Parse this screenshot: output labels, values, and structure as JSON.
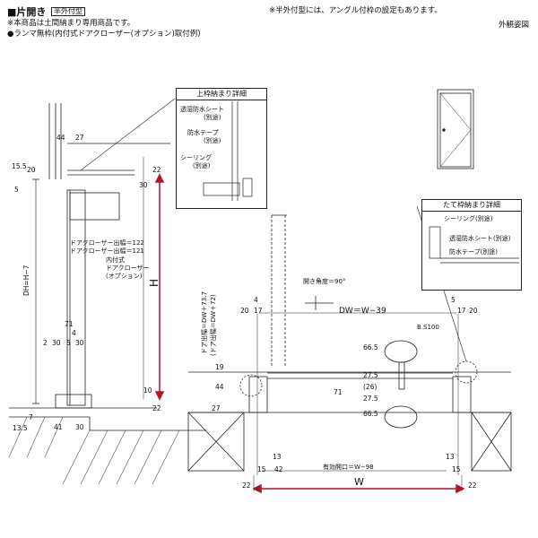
{
  "header": {
    "title": "■片開き",
    "tag": "半外付型",
    "note_left": "※本商品は土間納まり専用商品です。",
    "subtitle": "●ランマ無枠(内付式ドアクローザー(オプション)取付例)",
    "note_right": "※半外付型には、アングル付枠の設定もあります。",
    "exterior_label": "外観姿図"
  },
  "upper_detail": {
    "title": "上枠納まり詳細",
    "labels": [
      "透湿防水シート",
      "(別途)",
      "防水テープ",
      "(別途)",
      "シーリング",
      "(別途)"
    ]
  },
  "side_detail": {
    "title": "たて枠納まり詳細",
    "labels": [
      "シーリング(別途)",
      "透湿防水シート(別途)",
      "防水テープ(別途)"
    ]
  },
  "section_view": {
    "labels": {
      "dh": "DH=H−7",
      "h": "H",
      "closer_a": "ドアクローザー出幅＝122",
      "closer_b": "ドアクローザー出幅＝121",
      "closer_title1": "内付式",
      "closer_title2": "ドアクローザー",
      "closer_title3": "(オプション)"
    },
    "dims": [
      "44",
      "27",
      "15.5",
      "20",
      "5",
      "30",
      "22",
      "71",
      "4",
      "2",
      "30",
      "5",
      "30",
      "10",
      "22",
      "13.5",
      "7",
      "41",
      "30"
    ]
  },
  "plan_view": {
    "labels": {
      "dw": "DW＝W−39",
      "w": "W",
      "opening": "有効開口＝W−98",
      "angle": "開き角度＝90°",
      "door_projection1": "ドア出幅＝DW＋73.7",
      "door_projection2": "(ドア出幅＝DW＋72)",
      "bs": "B.S100"
    },
    "dims": [
      "4",
      "20",
      "17",
      "5",
      "17",
      "20",
      "66.5",
      "19",
      "44",
      "27",
      "71",
      "27.5",
      "(26)",
      "27.5",
      "66.5",
      "13",
      "15",
      "42",
      "13",
      "15",
      "22",
      "22"
    ]
  }
}
